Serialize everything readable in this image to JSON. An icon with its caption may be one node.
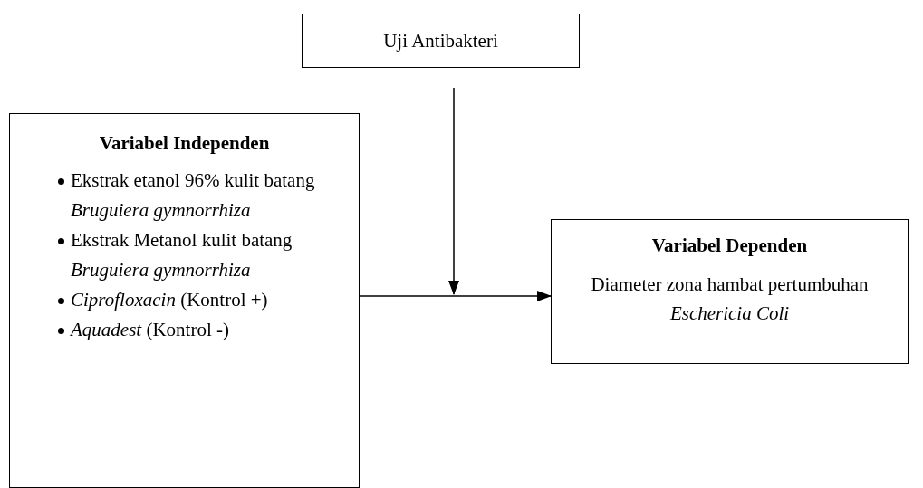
{
  "diagram": {
    "nodes": [
      {
        "text": [
          "Uji Antibakteri"
        ]
      },
      {
        "text": [
          "Variabel Independen",
          "Ekstrak etanol 96% kulit batang *Bruguiera gymnorrhiza*",
          "Ekstrak Metanol kulit batang *Bruguiera gymnorrhiza*",
          "*Ciprofloxacin* (Kontrol +)",
          "*Aquadest* (Kontrol -)"
        ]
      },
      {
        "text": [
          "Variabel Dependen",
          "Diameter zona hambat pertumbuhan *Eschericia Coli*"
        ]
      }
    ],
    "edges": [
      {
        "from": 0,
        "to": null,
        "arrow": "to"
      },
      {
        "from": 1,
        "to": 2,
        "arrow": "to"
      }
    ]
  }
}
